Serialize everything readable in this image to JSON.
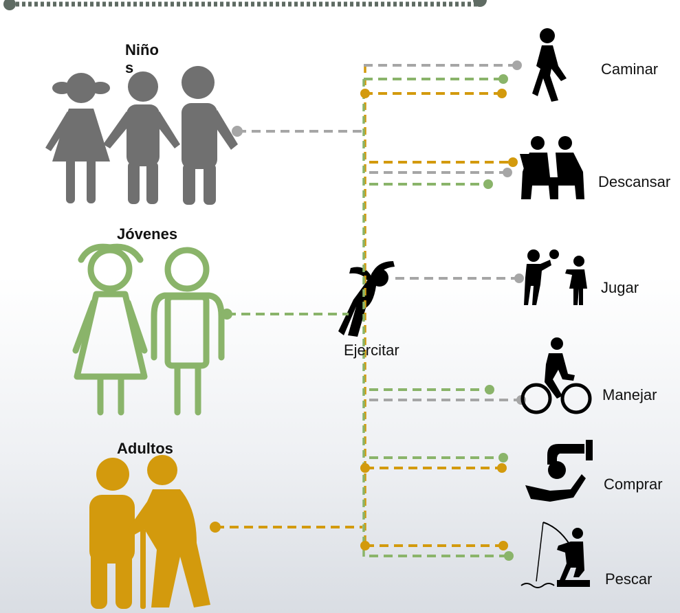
{
  "groups": {
    "ninos": {
      "title_line1": "Niño",
      "title_line2": "s",
      "color": "#707070"
    },
    "jovenes": {
      "title": "Jóvenes",
      "color": "#8ab46a"
    },
    "adultos": {
      "title": "Adultos",
      "color": "#d39a0d"
    }
  },
  "center": {
    "label": "Ejercitar"
  },
  "activities": [
    {
      "label": "Caminar",
      "icon": "walking-person-icon"
    },
    {
      "label": "Descansar",
      "icon": "people-sitting-icon"
    },
    {
      "label": "Jugar",
      "icon": "children-playing-ball-icon"
    },
    {
      "label": "Manejar",
      "icon": "cyclist-icon"
    },
    {
      "label": "Comprar",
      "icon": "money-hand-icon"
    },
    {
      "label": "Pescar",
      "icon": "fishing-person-icon"
    }
  ],
  "colors": {
    "gray": "#a6a6a6",
    "green": "#8ab46a",
    "orange": "#d39a0d",
    "top_line": "#5f6b63",
    "icon": "#000000"
  }
}
